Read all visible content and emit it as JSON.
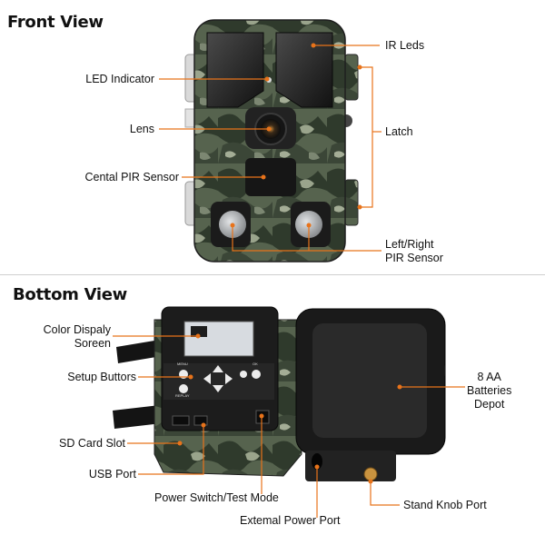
{
  "sections": {
    "front_title": "Front View",
    "bottom_title": "Bottom View"
  },
  "front_labels": {
    "led_indicator": "LED Indicator",
    "lens": "Lens",
    "central_pir": "Cental PIR Sensor",
    "ir_leds": "IR Leds",
    "latch": "Latch",
    "side_pir_line1": "Left/Right",
    "side_pir_line2": "PIR Sensor"
  },
  "bottom_labels": {
    "display_line1": "Color Dispaly",
    "display_line2": "Soreen",
    "setup_buttons": "Setup Buttors",
    "sd_slot": "SD Card Slot",
    "usb_port": "USB Port",
    "power_switch": "Power Switch/Test Mode",
    "external_power": "Extemal Power Port",
    "batteries_line1": "8 AA",
    "batteries_line2": "Batteries",
    "batteries_line3": "Depot",
    "stand_knob": "Stand Knob Port"
  },
  "device_marks": {
    "menu_label": "MENU",
    "ok_label": "OK",
    "replay_label": "REPLAY"
  },
  "colors": {
    "accent": "#e8731a",
    "camo_dark": "#2f3a2c",
    "camo_mid": "#56634e",
    "camo_light": "#8f9a84",
    "housing_black": "#1c1c1c"
  }
}
